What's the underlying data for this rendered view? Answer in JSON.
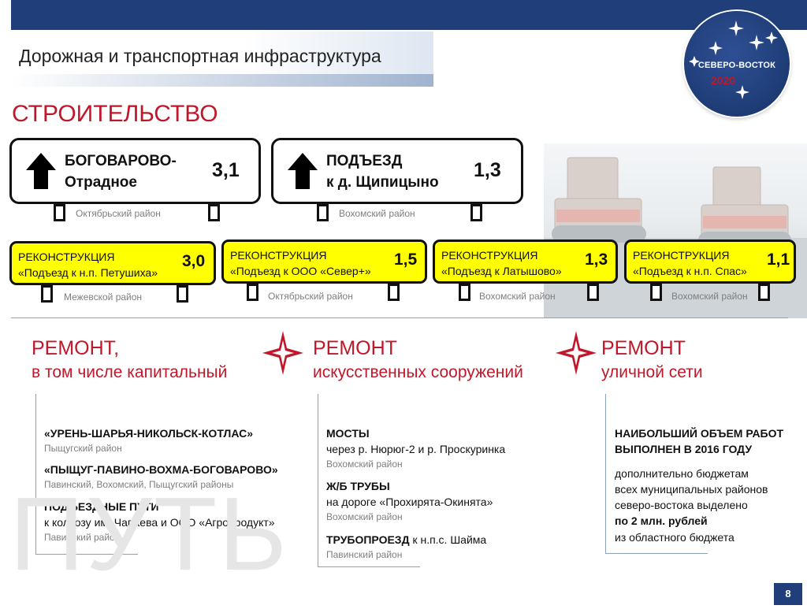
{
  "header": {
    "title": "Дорожная и транспортная инфраструктура",
    "logo_text": "СЕВЕРО-ВОСТОК",
    "logo_year": "2020"
  },
  "construction": {
    "heading": "СТРОИТЕЛЬСТВО",
    "signs": [
      {
        "line1": "БОГОВАРОВО-",
        "line2": "Отрадное",
        "value": "3,1",
        "district": "Октябрьский район"
      },
      {
        "line1": "ПОДЪЕЗД",
        "line2": "к д. Щипицыно",
        "value": "1,3",
        "district": "Вохомский район"
      }
    ]
  },
  "reconstruction": [
    {
      "title": "РЕКОНСТРУКЦИЯ",
      "sub": "«Подъезд к н.п. Петушиха»",
      "value": "3,0",
      "district": "Межевской район"
    },
    {
      "title": "РЕКОНСТРУКЦИЯ",
      "sub": "«Подъезд к ООО «Север+»",
      "value": "1,5",
      "district": "Октябрьский район"
    },
    {
      "title": "РЕКОНСТРУКЦИЯ",
      "sub": "«Подъезд к Латышово»",
      "value": "1,3",
      "district": "Вохомский район"
    },
    {
      "title": "РЕКОНСТРУКЦИЯ",
      "sub": "«Подъезд к н.п. Спас»",
      "value": "1,1",
      "district": "Вохомский район"
    }
  ],
  "repair": [
    {
      "title": "РЕМОНТ,",
      "subtitle": "в том числе капитальный",
      "items": [
        {
          "bold": "«УРЕНЬ-ШАРЬЯ-НИКОЛЬСК-КОТЛАС»",
          "district": "Пыщугский район"
        },
        {
          "bold": "«ПЫЩУГ-ПАВИНО-ВОХМА-БОГОВАРОВО»",
          "district": "Павинский, Вохомский, Пыщугский районы"
        },
        {
          "bold": "ПОДЪЕЗДНЫЕ ПУТИ",
          "text": "к колхозу им. Чапаева и ООО «Агропродукт»",
          "district": "Павинский район"
        }
      ]
    },
    {
      "title": "РЕМОНТ",
      "subtitle": "искусственных сооружений",
      "items": [
        {
          "bold": "МОСТЫ",
          "text": "через р. Нюрюг-2 и р. Проскуринка",
          "district": "Вохомский район"
        },
        {
          "bold": "Ж/Б ТРУБЫ",
          "text": "на дороге «Прохирята-Окинята»",
          "district": "Вохомский район"
        },
        {
          "bold": "ТРУБОПРОЕЗД",
          "text": " к н.п.с. Шайма",
          "district": "Павинский район"
        }
      ]
    },
    {
      "title": "РЕМОНТ",
      "subtitle": "уличной сети",
      "bold_lines": [
        "НАИБОЛЬШИЙ ОБЪЕМ РАБОТ",
        "ВЫПОЛНЕН В 2016 ГОДУ"
      ],
      "text_lines": [
        "дополнительно бюджетам",
        "всех муниципальных районов",
        "северо-востока выделено"
      ],
      "bold_amount": "по 2 млн. рублей",
      "last_line": "из областного бюджета"
    }
  ],
  "watermark": "ПУТЬ",
  "page_number": "8",
  "colors": {
    "navy": "#203f7a",
    "accent_red": "#c0182a",
    "sign_yellow": "#ffff00"
  }
}
